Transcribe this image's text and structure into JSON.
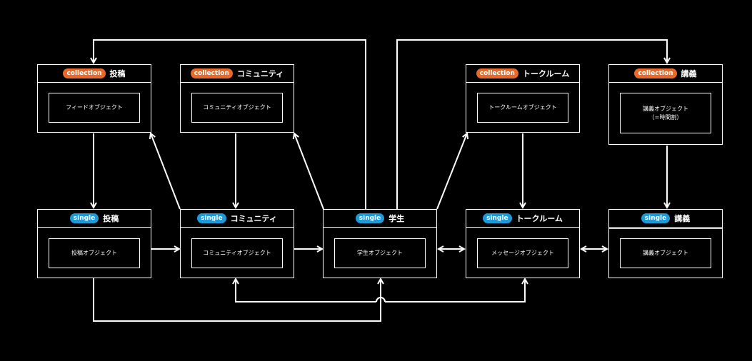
{
  "colors": {
    "background": "#000000",
    "line": "#ffffff",
    "collection_badge": "#e8692a",
    "single_badge": "#1e9ad6"
  },
  "badges": {
    "collection": "collection",
    "single": "single"
  },
  "boxes": {
    "post_collection": {
      "title": "投稿",
      "inner": "フィードオブジェクト"
    },
    "community_collection": {
      "title": "コミュニティ",
      "inner": "コミュニティオブジェクト"
    },
    "talkroom_collection": {
      "title": "トークルーム",
      "inner": "トークルームオブジェクト"
    },
    "lecture_collection": {
      "title": "講義",
      "inner": "講義オブジェクト",
      "inner_sub": "（=時間割）"
    },
    "post_single": {
      "title": "投稿",
      "inner": "投稿オブジェクト"
    },
    "community_single": {
      "title": "コミュニティ",
      "inner": "コミュニティオブジェクト"
    },
    "student_single": {
      "title": "学生",
      "inner": "学生オブジェクト"
    },
    "talkroom_single": {
      "title": "トークルーム",
      "inner": "メッセージオブジェクト"
    },
    "lecture_single": {
      "title": "講義",
      "inner": "講義オブジェクト"
    }
  }
}
